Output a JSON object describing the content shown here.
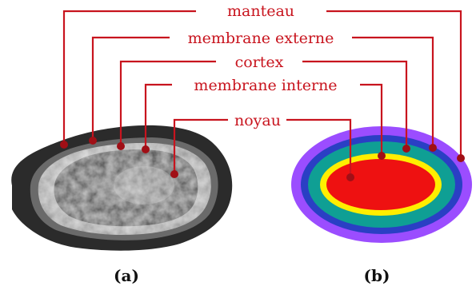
{
  "labels": {
    "manteau": "manteau",
    "membrane_externe": "membrane externe",
    "cortex": "cortex",
    "membrane_interne": "membrane interne",
    "noyau": "noyau"
  },
  "captions": {
    "a": "(a)",
    "b": "(b)"
  },
  "colors": {
    "annotation": "#c8141e",
    "manteau": "#9b4dff",
    "membrane_externe": "#2a3fc4",
    "cortex": "#0f9f94",
    "membrane_interne": "#ffee00",
    "noyau": "#ee1111"
  }
}
